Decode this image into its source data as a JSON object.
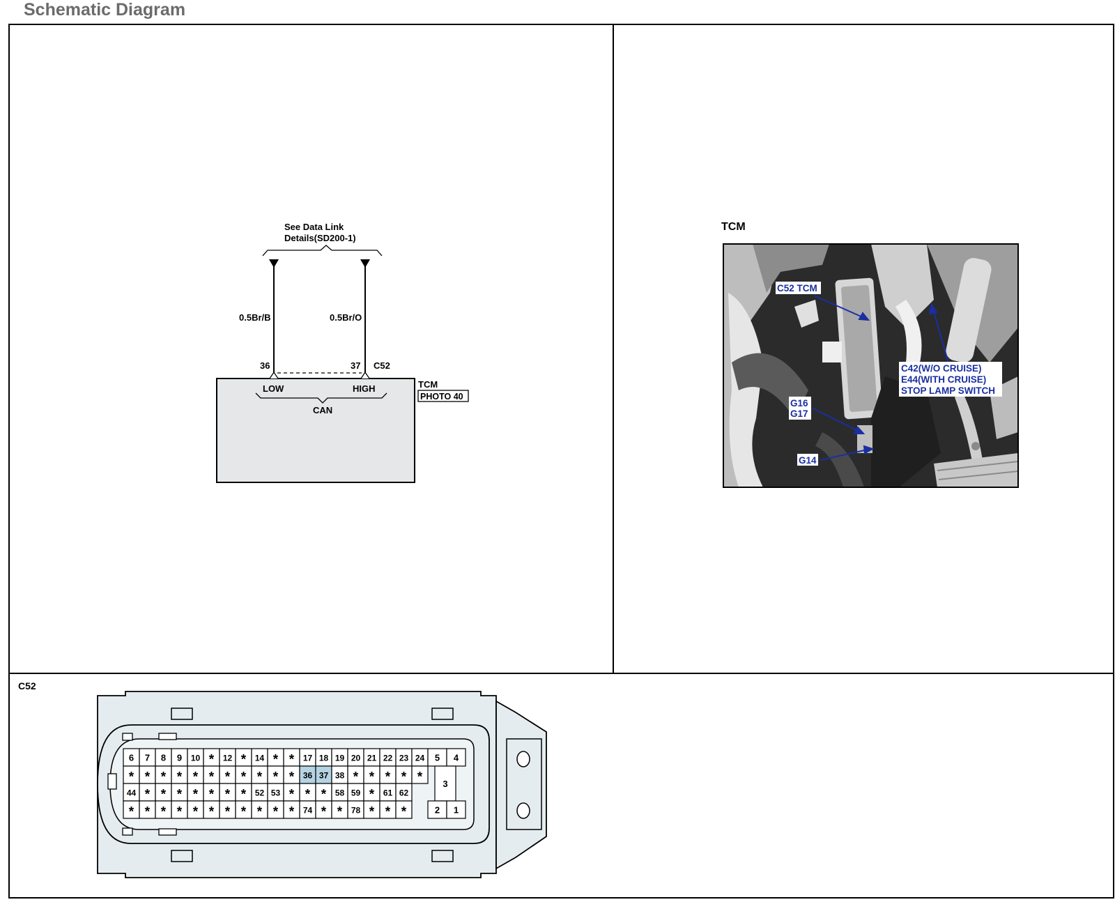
{
  "page": {
    "title": "Schematic Diagram"
  },
  "schematic": {
    "data_link_note_line1": "See Data Link",
    "data_link_note_line2": "Details(SD200-1)",
    "wire_left": "0.5Br/B",
    "wire_right": "0.5Br/O",
    "pin_left": "36",
    "pin_right": "37",
    "connector": "C52",
    "label_low": "LOW",
    "label_high": "HIGH",
    "label_can": "CAN",
    "module_name": "TCM",
    "module_photo": "PHOTO 40"
  },
  "photo": {
    "title": "TCM",
    "labels": {
      "c52_tcm": "C52 TCM",
      "c42": "C42(W/O CRUISE)",
      "e44": "E44(WITH CRUISE)",
      "stop_lamp": "STOP LAMP SWITCH",
      "g16": "G16",
      "g17": "G17",
      "g14": "G14"
    }
  },
  "connector_view": {
    "label": "C52",
    "rows": [
      [
        "6",
        "7",
        "8",
        "9",
        "10",
        "*",
        "12",
        "*",
        "14",
        "*",
        "*",
        "17",
        "18",
        "19",
        "20",
        "21",
        "22",
        "23",
        "24"
      ],
      [
        "*",
        "*",
        "*",
        "*",
        "*",
        "*",
        "*",
        "*",
        "*",
        "*",
        "*",
        "36",
        "37",
        "38",
        "*",
        "*",
        "*",
        "*",
        "*"
      ],
      [
        "44",
        "*",
        "*",
        "*",
        "*",
        "*",
        "*",
        "*",
        "52",
        "53",
        "*",
        "*",
        "*",
        "58",
        "59",
        "*",
        "61",
        "62"
      ],
      [
        "*",
        "*",
        "*",
        "*",
        "*",
        "*",
        "*",
        "*",
        "*",
        "*",
        "*",
        "74",
        "*",
        "*",
        "78",
        "*",
        "*",
        "*"
      ]
    ],
    "highlighted_pins": [
      "36",
      "37"
    ],
    "right_block": {
      "top": [
        "5",
        "4"
      ],
      "middle": "3",
      "bottom": [
        "2",
        "1"
      ]
    },
    "highlight_color": "#b5d4e3"
  }
}
